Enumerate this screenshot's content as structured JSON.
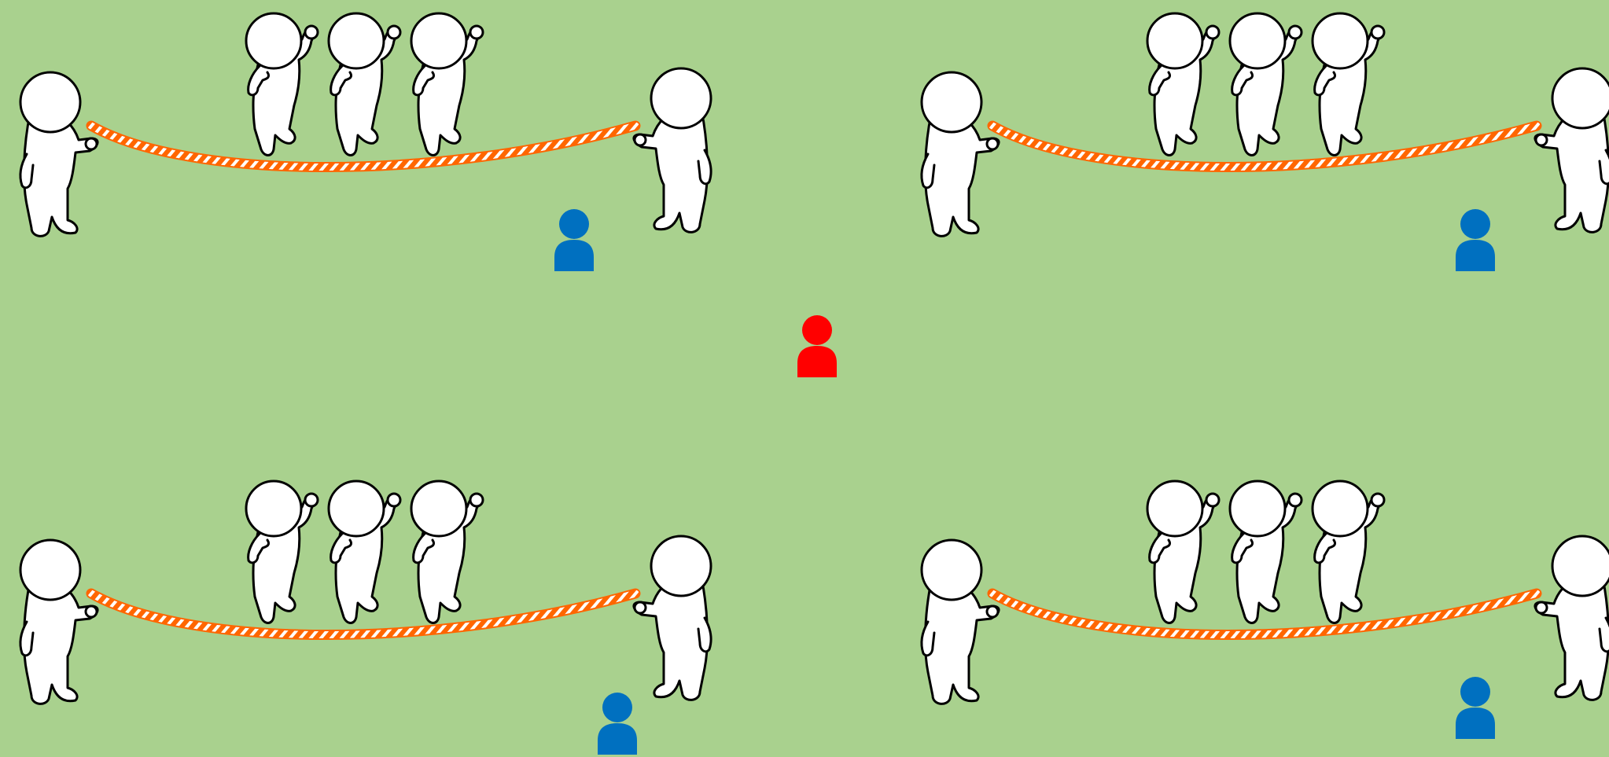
{
  "scene": {
    "background_color": "#a9d18e",
    "groups": [
      {
        "id": "top-left",
        "rope_turners": 2,
        "jumpers": 3,
        "coach": "blue"
      },
      {
        "id": "top-right",
        "rope_turners": 2,
        "jumpers": 3,
        "coach": "blue"
      },
      {
        "id": "bottom-left",
        "rope_turners": 2,
        "jumpers": 3,
        "coach": "blue"
      },
      {
        "id": "bottom-right",
        "rope_turners": 2,
        "jumpers": 3,
        "coach": "blue"
      }
    ],
    "center_marker": {
      "color": "red"
    },
    "colors": {
      "coach": "#0070c0",
      "center_marker": "#ff0000",
      "rope": "#ff6600",
      "rope_stripe": "#ffffff",
      "figure_fill": "#ffffff",
      "figure_outline": "#000000"
    },
    "icons": [
      "person-figure-icon",
      "jump-rope-icon",
      "person-marker-icon"
    ]
  }
}
